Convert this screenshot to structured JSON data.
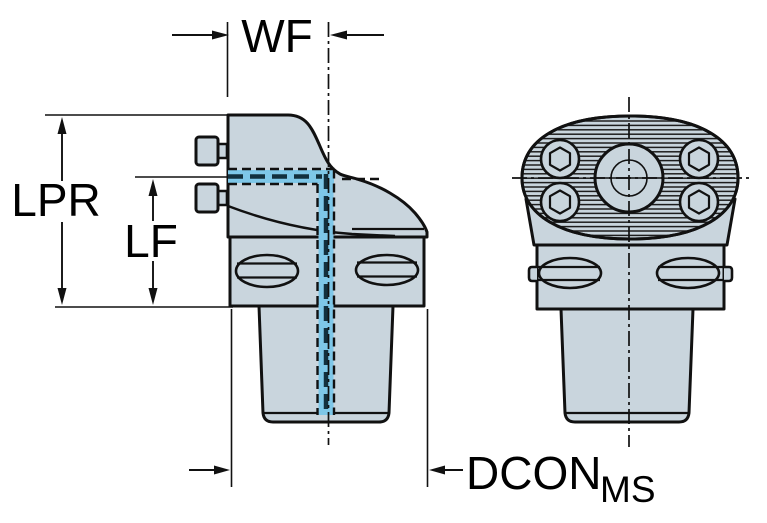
{
  "drawing": {
    "labels": {
      "wf": "WF",
      "lpr": "LPR",
      "lf": "LF",
      "dcon": "DCON",
      "dcon_sub": "MS"
    },
    "colors": {
      "body_fill": "#c9d5dd",
      "coolant_blue": "#7ec7e8",
      "coolant_core": "#12303e",
      "outline": "#111111",
      "hatch": "#1d1d1d",
      "background": "#ffffff"
    }
  }
}
